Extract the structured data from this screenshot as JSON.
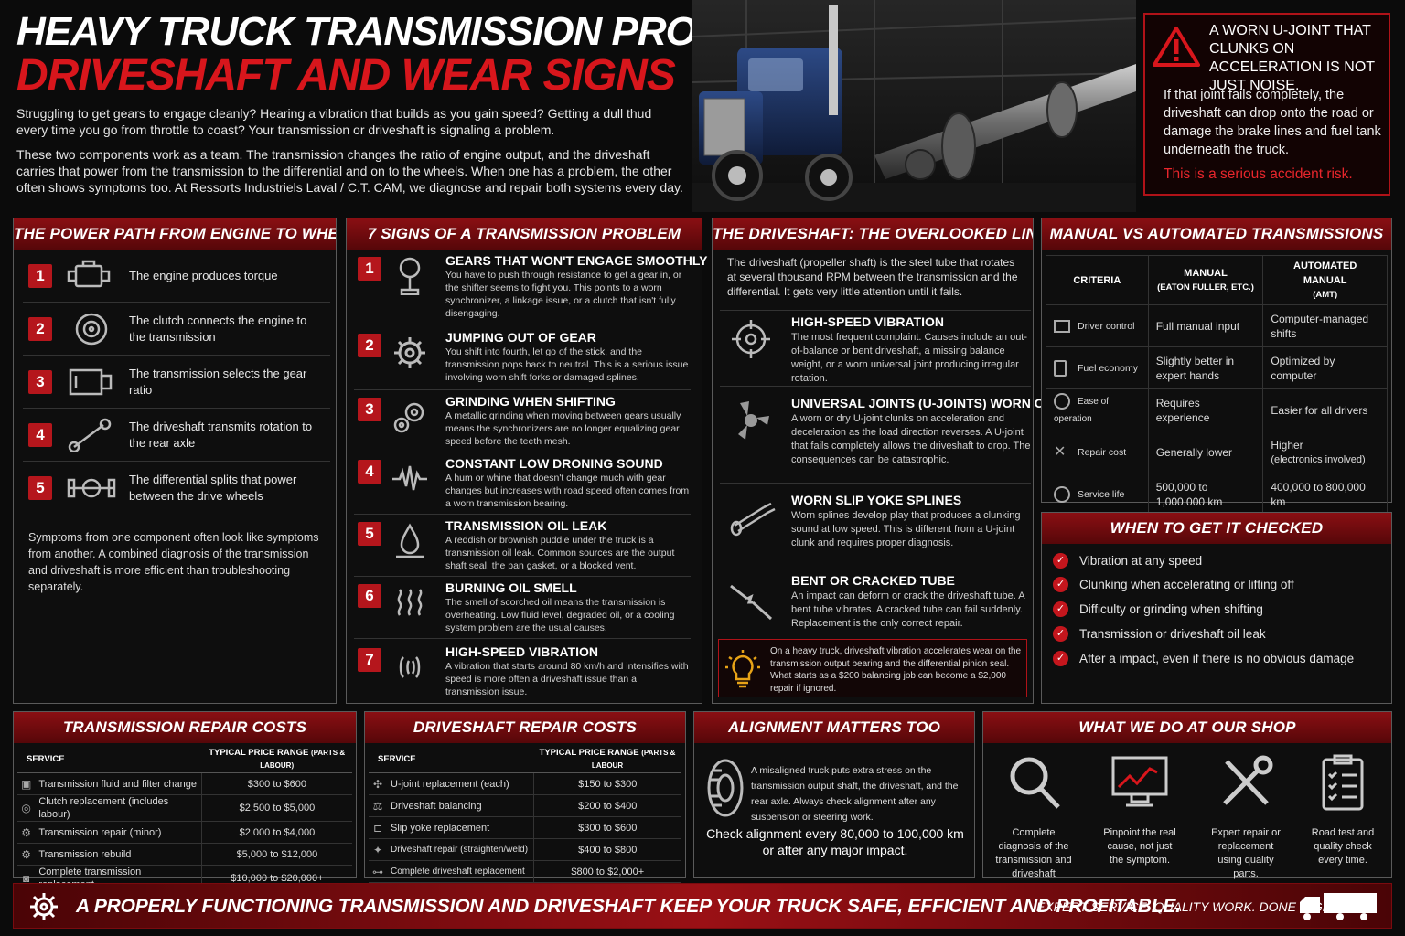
{
  "header": {
    "title_line1": "HEAVY TRUCK TRANSMISSION PROBLEMS:",
    "title_line2": "DRIVESHAFT AND WEAR SIGNS",
    "intro_1": "Struggling to get gears to engage cleanly? Hearing a vibration that builds as you gain speed? Getting a dull thud every time you go from throttle to coast? Your transmission or driveshaft is signaling a problem.",
    "intro_2": "These two components work as a team. The transmission changes the ratio of engine output, and the driveshaft carries that power from the transmission to the differential and on to the wheels. When one has a problem, the other often shows symptoms too. At Ressorts Industriels Laval / C.T. CAM, we diagnose and repair both systems every day."
  },
  "warning": {
    "title": "A WORN U-JOINT THAT CLUNKS ON ACCELERATION IS NOT JUST NOISE.",
    "body": "If that joint fails completely, the driveshaft can drop onto the road or damage the brake lines and fuel tank underneath the truck.",
    "alert": "This is a serious accident risk.",
    "icon": "warning-triangle-icon",
    "color": "#d8161c"
  },
  "power_path": {
    "title": "THE POWER PATH FROM ENGINE TO WHEELS",
    "steps": [
      {
        "num": "1",
        "text": "The engine produces torque",
        "icon": "engine-icon"
      },
      {
        "num": "2",
        "text": "The clutch connects the engine to the transmission",
        "icon": "clutch-icon"
      },
      {
        "num": "3",
        "text": "The transmission selects the gear ratio",
        "icon": "transmission-icon"
      },
      {
        "num": "4",
        "text": "The driveshaft transmits rotation to the rear axle",
        "icon": "driveshaft-icon"
      },
      {
        "num": "5",
        "text": "The differential splits that power between the drive wheels",
        "icon": "differential-icon"
      }
    ],
    "note": "Symptoms from one component often look like symptoms from another. A combined diagnosis of the transmission and driveshaft is more efficient than troubleshooting separately."
  },
  "signs": {
    "title": "7 SIGNS OF A TRANSMISSION PROBLEM",
    "items": [
      {
        "num": "1",
        "title": "GEARS THAT WON'T ENGAGE SMOOTHLY",
        "desc": "You have to push through resistance to get a gear in, or the shifter seems to fight you. This points to a worn synchronizer, a linkage issue, or a clutch that isn't fully disengaging.",
        "icon": "gear-shifter-icon"
      },
      {
        "num": "2",
        "title": "JUMPING OUT OF GEAR",
        "desc": "You shift into fourth, let go of the stick, and the transmission pops back to neutral. This is a serious issue involving worn shift forks or damaged splines.",
        "icon": "gear-icon"
      },
      {
        "num": "3",
        "title": "GRINDING WHEN SHIFTING",
        "desc": "A metallic grinding when moving between gears usually means the synchronizers are no longer equalizing gear speed before the teeth mesh.",
        "icon": "gears-icon"
      },
      {
        "num": "4",
        "title": "CONSTANT LOW DRONING SOUND",
        "desc": "A hum or whine that doesn't change much with gear changes but increases with road speed often comes from a worn transmission bearing.",
        "icon": "sound-wave-icon"
      },
      {
        "num": "5",
        "title": "TRANSMISSION OIL LEAK",
        "desc": "A reddish or brownish puddle under the truck is a transmission oil leak. Common sources are the output shaft seal, the pan gasket, or a blocked vent.",
        "icon": "oil-drop-icon"
      },
      {
        "num": "6",
        "title": "BURNING OIL SMELL",
        "desc": "The smell of scorched oil means the transmission is overheating. Low fluid level, degraded oil, or a cooling system problem are the usual causes.",
        "icon": "heat-waves-icon"
      },
      {
        "num": "7",
        "title": "HIGH-SPEED VIBRATION",
        "desc": "A vibration that starts around 80 km/h and intensifies with speed is more often a driveshaft issue than a transmission issue.",
        "icon": "vibration-icon"
      }
    ]
  },
  "driveshaft": {
    "title": "THE DRIVESHAFT: THE OVERLOOKED LINK",
    "intro": "The driveshaft (propeller shaft) is the steel tube that rotates at several thousand RPM between the transmission and the differential. It gets very little attention until it fails.",
    "items": [
      {
        "title": "HIGH-SPEED VIBRATION",
        "desc": "The most frequent complaint. Causes include an out-of-balance or bent driveshaft, a missing balance weight, or a worn universal joint producing irregular rotation.",
        "icon": "target-icon"
      },
      {
        "title": "UNIVERSAL JOINTS (U-JOINTS) WORN OR DRY",
        "desc": "A worn or dry U-joint clunks on acceleration and deceleration as the load direction reverses. A U-joint that fails completely allows the driveshaft to drop. The consequences can be catastrophic.",
        "icon": "u-joint-icon"
      },
      {
        "title": "WORN SLIP YOKE SPLINES",
        "desc": "Worn splines develop play that produces a clunking sound at low speed. This is different from a U-joint clunk and requires proper diagnosis.",
        "icon": "slip-yoke-icon"
      },
      {
        "title": "BENT OR CRACKED TUBE",
        "desc": "An impact can deform or crack the driveshaft tube. A bent tube vibrates. A cracked tube can fail suddenly. Replacement is the only correct repair.",
        "icon": "cracked-tube-icon"
      }
    ],
    "tip": "On a heavy truck, driveshaft vibration accelerates wear on the transmission output bearing and the differential pinion seal. What starts as a $200 balancing job can become a $2,000 repair if ignored.",
    "tip_icon": "lightbulb-icon"
  },
  "compare": {
    "title": "MANUAL VS AUTOMATED TRANSMISSIONS",
    "head_criteria": "CRITERIA",
    "head_manual": "MANUAL",
    "head_manual_sub": "(EATON FULLER, ETC.)",
    "head_auto": "AUTOMATED MANUAL",
    "head_auto_sub": "(AMT)",
    "rows": [
      {
        "criteria": "Driver control",
        "manual": "Full manual input",
        "auto": "Computer-managed shifts",
        "icon": "dashboard-icon"
      },
      {
        "criteria": "Fuel economy",
        "manual": "Slightly better in expert hands",
        "auto": "Optimized by computer",
        "icon": "fuel-icon"
      },
      {
        "criteria": "Ease of operation",
        "manual": "Requires experience",
        "auto": "Easier for all drivers",
        "icon": "clock-icon"
      },
      {
        "criteria": "Repair cost",
        "manual": "Generally lower",
        "auto": "Higher",
        "auto_sub": "(electronics involved)",
        "icon": "tools-icon"
      },
      {
        "criteria": "Service life",
        "manual": "500,000 to 1,000,000 km",
        "auto": "400,000 to 800,000 km",
        "icon": "stopwatch-icon"
      }
    ]
  },
  "checked": {
    "title": "WHEN TO GET IT CHECKED",
    "items": [
      "Vibration at any speed",
      "Clunking when accelerating or lifting off",
      "Difficulty or grinding when shifting",
      "Transmission or driveshaft oil leak",
      "After a impact, even if there is no obvious damage"
    ]
  },
  "trans_costs": {
    "title": "TRANSMISSION REPAIR COSTS",
    "col_service": "SERVICE",
    "col_price": "TYPICAL PRICE RANGE",
    "col_price_sub": "(PARTS & LABOUR)",
    "rows": [
      {
        "service": "Transmission fluid and filter change",
        "price": "$300 to $600"
      },
      {
        "service": "Clutch replacement (includes labour)",
        "price": "$2,500 to $5,000"
      },
      {
        "service": "Transmission repair (minor)",
        "price": "$2,000 to $4,000"
      },
      {
        "service": "Transmission rebuild",
        "price": "$5,000 to $12,000"
      },
      {
        "service": "Complete transmission replacement",
        "price": "$10,000 to $20,000+"
      }
    ]
  },
  "drive_costs": {
    "title": "DRIVESHAFT REPAIR COSTS",
    "col_service": "SERVICE",
    "col_price": "TYPICAL PRICE RANGE",
    "col_price_sub": "(PARTS & LABOUR",
    "rows": [
      {
        "service": "U-joint replacement (each)",
        "price": "$150 to $300"
      },
      {
        "service": "Driveshaft balancing",
        "price": "$200 to $400"
      },
      {
        "service": "Slip yoke replacement",
        "price": "$300 to $600"
      },
      {
        "service": "Driveshaft repair (straighten/weld)",
        "price": "$400 to $800"
      },
      {
        "service": "Complete driveshaft replacement",
        "price": "$800 to $2,000+"
      }
    ]
  },
  "alignment": {
    "title": "ALIGNMENT MATTERS TOO",
    "desc": "A misaligned truck puts extra stress on the transmission output shaft, the driveshaft, and the rear axle. Always check alignment after any suspension or steering work.",
    "callout": "Check alignment every 80,000 to 100,000 km or after any major impact.",
    "icon": "tire-icon"
  },
  "shop": {
    "title": "WHAT WE DO AT OUR SHOP",
    "items": [
      {
        "text": "Complete diagnosis of the transmission and driveshaft together.",
        "icon": "magnifier-icon"
      },
      {
        "text": "Pinpoint the real cause, not just the symptom.",
        "icon": "monitor-chart-icon"
      },
      {
        "text": "Expert repair or replacement using quality parts.",
        "icon": "wrench-screwdriver-icon"
      },
      {
        "text": "Road test and quality check every time.",
        "icon": "checklist-icon"
      }
    ]
  },
  "footer": {
    "slogan": "A PROPERLY FUNCTIONING TRANSMISSION AND DRIVESHAFT KEEP YOUR TRUCK SAFE, EFFICIENT AND PROFITABLE.",
    "tagline": "EXPERT SERVICE. QUALITY WORK. DONE RIGHT.",
    "icon_left": "gear-icon",
    "icon_right": "truck-icon"
  },
  "colors": {
    "accent": "#c4161d",
    "panel_header": "#7a0c10",
    "background": "#0b0b0b"
  }
}
